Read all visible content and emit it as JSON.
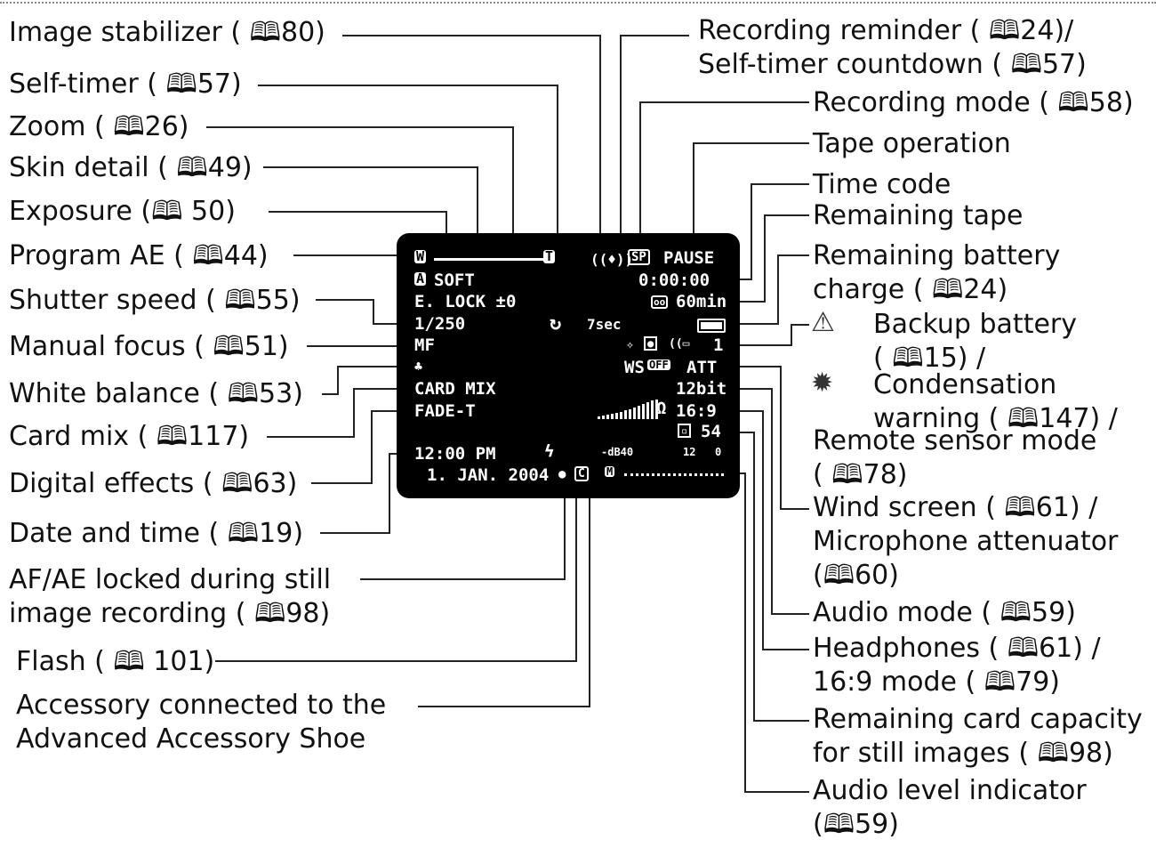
{
  "left_labels": [
    {
      "id": "image-stabilizer",
      "lines": [
        "Image stabilizer ( 🕮80)"
      ]
    },
    {
      "id": "self-timer",
      "lines": [
        "Self-timer ( 🕮57)"
      ]
    },
    {
      "id": "zoom",
      "lines": [
        "Zoom ( 🕮26)"
      ]
    },
    {
      "id": "skin-detail",
      "lines": [
        "Skin detail ( 🕮49)"
      ]
    },
    {
      "id": "exposure",
      "lines": [
        "Exposure (🕮 50)"
      ]
    },
    {
      "id": "program-ae",
      "lines": [
        "Program AE ( 🕮44)"
      ]
    },
    {
      "id": "shutter-speed",
      "lines": [
        "Shutter speed ( 🕮55)"
      ]
    },
    {
      "id": "manual-focus",
      "lines": [
        "Manual focus ( 🕮51)"
      ]
    },
    {
      "id": "white-balance",
      "lines": [
        "White balance ( 🕮53)"
      ]
    },
    {
      "id": "card-mix",
      "lines": [
        "Card mix ( 🕮117)"
      ]
    },
    {
      "id": "digital-effects",
      "lines": [
        "Digital effects ( 🕮63)"
      ]
    },
    {
      "id": "date-and-time",
      "lines": [
        "Date and time ( 🕮19)"
      ]
    },
    {
      "id": "af-ae-locked",
      "lines": [
        "AF/AE locked during still",
        "image recording ( 🕮98)"
      ]
    },
    {
      "id": "flash",
      "lines": [
        "Flash ( 🕮 101)"
      ]
    },
    {
      "id": "accessory",
      "lines": [
        "Accessory connected to the",
        "Advanced Accessory Shoe"
      ]
    }
  ],
  "right_labels": [
    {
      "id": "recording-reminder",
      "lines": [
        "Recording reminder ( 🕮24)/",
        "Self-timer countdown ( 🕮57)"
      ]
    },
    {
      "id": "recording-mode",
      "lines": [
        "Recording mode ( 🕮58)"
      ]
    },
    {
      "id": "tape-operation",
      "lines": [
        "Tape operation"
      ]
    },
    {
      "id": "time-code",
      "lines": [
        "Time code"
      ]
    },
    {
      "id": "remaining-tape",
      "lines": [
        "Remaining tape"
      ]
    },
    {
      "id": "remaining-battery",
      "lines": [
        "Remaining battery",
        "charge ( 🕮24)"
      ]
    },
    {
      "id": "backup-battery",
      "lines": [
        "Backup battery",
        "( 🕮15) /"
      ]
    },
    {
      "id": "condensation",
      "lines": [
        "Condensation",
        "warning ( 🕮147) /"
      ]
    },
    {
      "id": "remote-sensor",
      "lines": [
        "Remote sensor mode",
        "( 🕮78)"
      ]
    },
    {
      "id": "wind-screen",
      "lines": [
        "Wind screen ( 🕮61) /",
        "Microphone attenuator",
        "(🕮60)"
      ]
    },
    {
      "id": "audio-mode",
      "lines": [
        "Audio mode ( 🕮59)"
      ]
    },
    {
      "id": "headphones",
      "lines": [
        "Headphones ( 🕮61) /",
        "16:9 mode ( 🕮79)"
      ]
    },
    {
      "id": "remaining-card",
      "lines": [
        "Remaining card capacity",
        "for still images ( 🕮98)"
      ]
    },
    {
      "id": "audio-level",
      "lines": [
        "Audio level indicator",
        "(🕮59)"
      ]
    }
  ],
  "display": {
    "zoom_w": "W",
    "zoom_t": "T",
    "stabilizer_symbol": "((♦))",
    "rec_mode": "SP",
    "tape_status": "PAUSE",
    "program_ae": "A",
    "skin_detail": "SOFT",
    "time_code": "0:00:00",
    "exposure": "E. LOCK ±0",
    "remaining_tape": "60min",
    "shutter": "1/250",
    "self_timer_symbol": "↻",
    "countdown": "7sec",
    "focus": "MF",
    "backup_battery_count": "1",
    "wind_screen": "WS",
    "wind_screen_state": "OFF",
    "attenuator": "ATT",
    "card_mix": "CARD MIX",
    "audio_mode": "12bit",
    "digital_effect": "FADE-T",
    "aspect": "16:9",
    "card_capacity": "54",
    "time": "12:00 PM",
    "date": "1. JAN. 2004",
    "flash_symbol": "ϟ",
    "audio_db": "-dB40",
    "audio_12": "12",
    "audio_0": "0",
    "audio_m": "M",
    "accessory_symbol": "C",
    "af_lock_symbol": "●"
  }
}
